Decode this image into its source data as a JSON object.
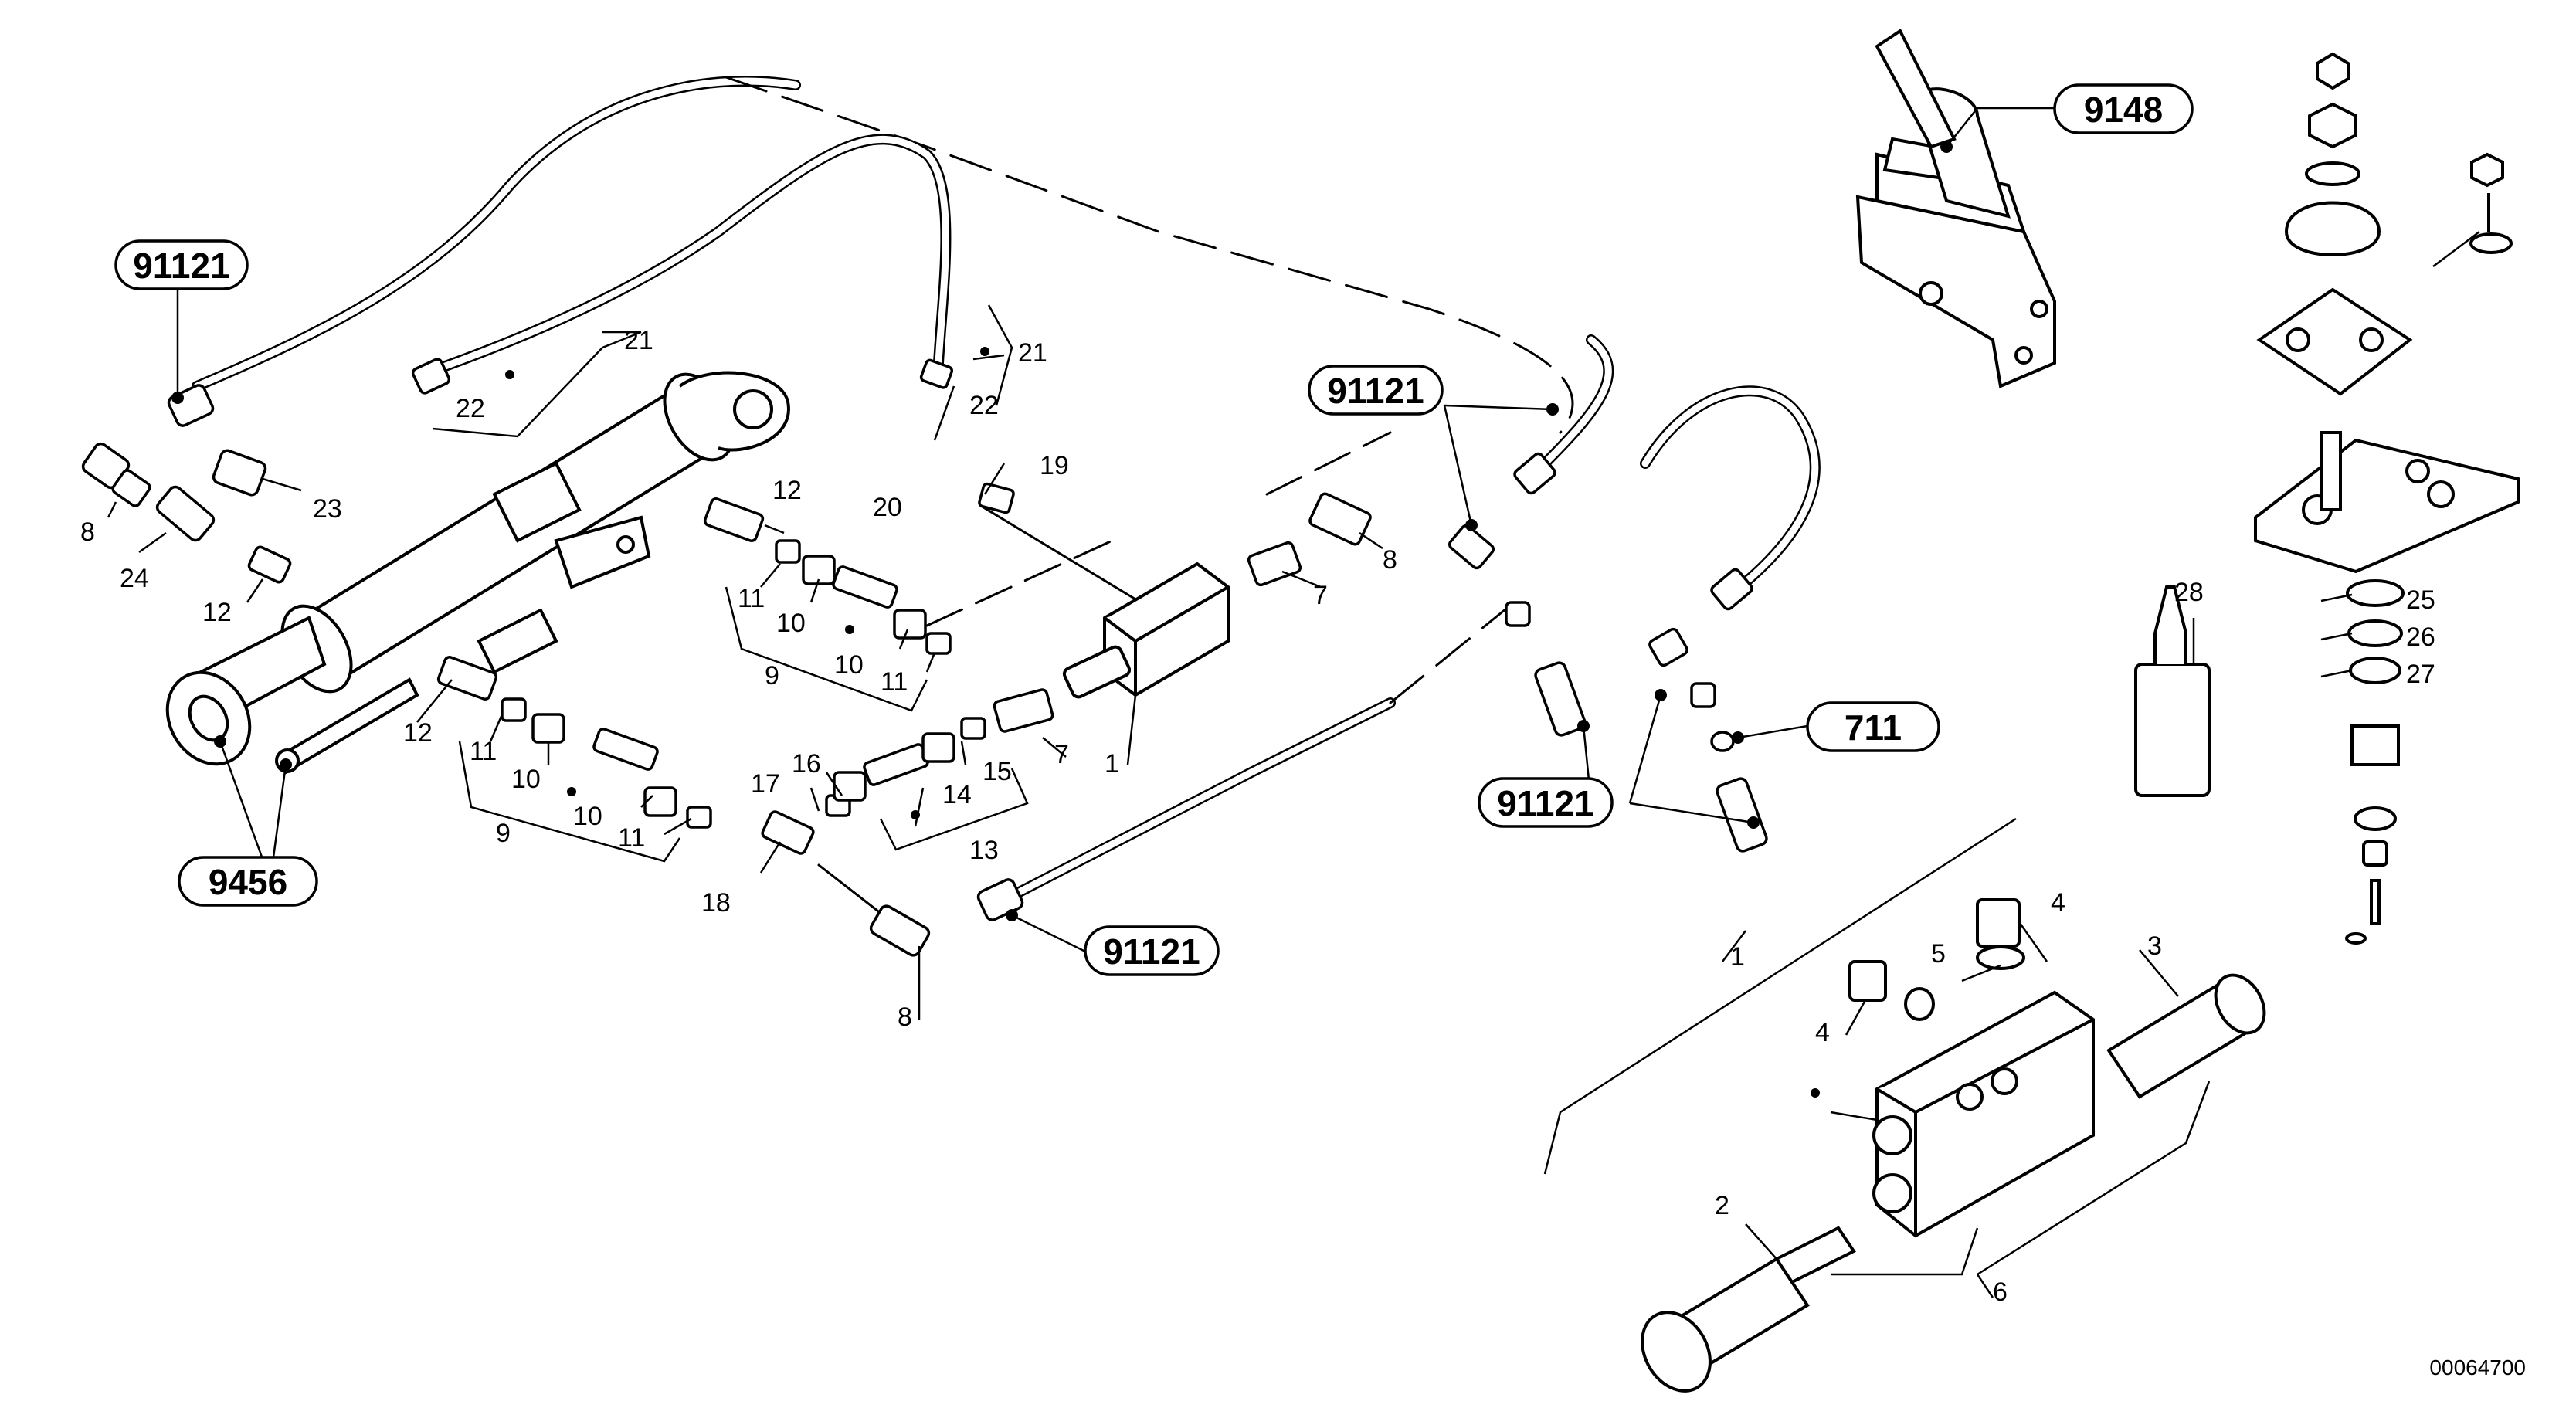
{
  "labels": {
    "p1": "1",
    "p2": "2",
    "p3": "3",
    "p4": "4",
    "p5": "5",
    "p6": "6",
    "p7": "7",
    "p8": "8",
    "p9": "9",
    "p10": "10",
    "p11": "11",
    "p12": "12",
    "p13": "13",
    "p14": "14",
    "p15": "15",
    "p16": "16",
    "p17": "17",
    "p18": "18",
    "p19": "19",
    "p20": "20",
    "p21": "21",
    "p22": "22",
    "p23": "23",
    "p24": "24",
    "p25": "25",
    "p26": "26",
    "p27": "27",
    "p28": "28"
  },
  "callouts": {
    "c91121": "91121",
    "c9148": "9148",
    "c9456": "9456",
    "c711": "711"
  },
  "doc_id": "00064700"
}
